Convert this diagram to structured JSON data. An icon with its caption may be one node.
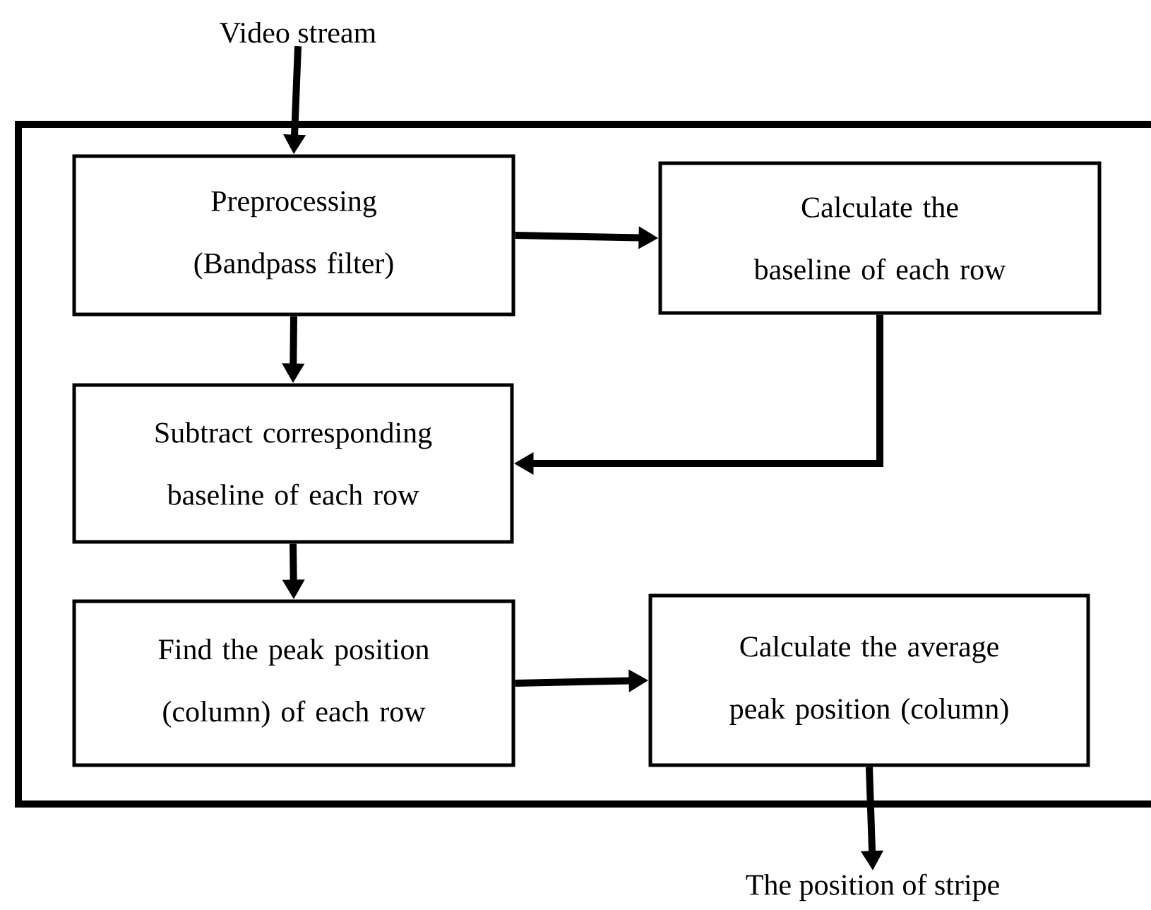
{
  "diagram": {
    "nodes": [
      {
        "text": [
          "Video stream"
        ]
      },
      {
        "text": [],
        "shape": "box"
      },
      {
        "text": [
          "Preprocessing (Bandpass filter)"
        ],
        "in": 1
      },
      {
        "text": [
          "Calculate the baseline of each row"
        ],
        "in": 1
      },
      {
        "text": [
          "Subtract corresponding baseline of each row"
        ],
        "in": 1
      },
      {
        "text": [
          "Find the peak position (column) of each row"
        ],
        "in": 1
      },
      {
        "text": [
          "Calculate the average peak position (column)"
        ],
        "in": 1
      },
      {
        "text": [
          "The position of stripe"
        ]
      }
    ],
    "edges": [
      {
        "from": 0,
        "to": 2,
        "arrow": "to"
      },
      {
        "from": 2,
        "to": 3,
        "arrow": "to"
      },
      {
        "from": 2,
        "to": 4,
        "arrow": "to"
      },
      {
        "from": 3,
        "to": 4,
        "arrow": "to"
      },
      {
        "from": 4,
        "to": 5,
        "arrow": "to"
      },
      {
        "from": 5,
        "to": 6,
        "arrow": "to"
      },
      {
        "from": 6,
        "to": 7,
        "arrow": "to"
      }
    ]
  }
}
